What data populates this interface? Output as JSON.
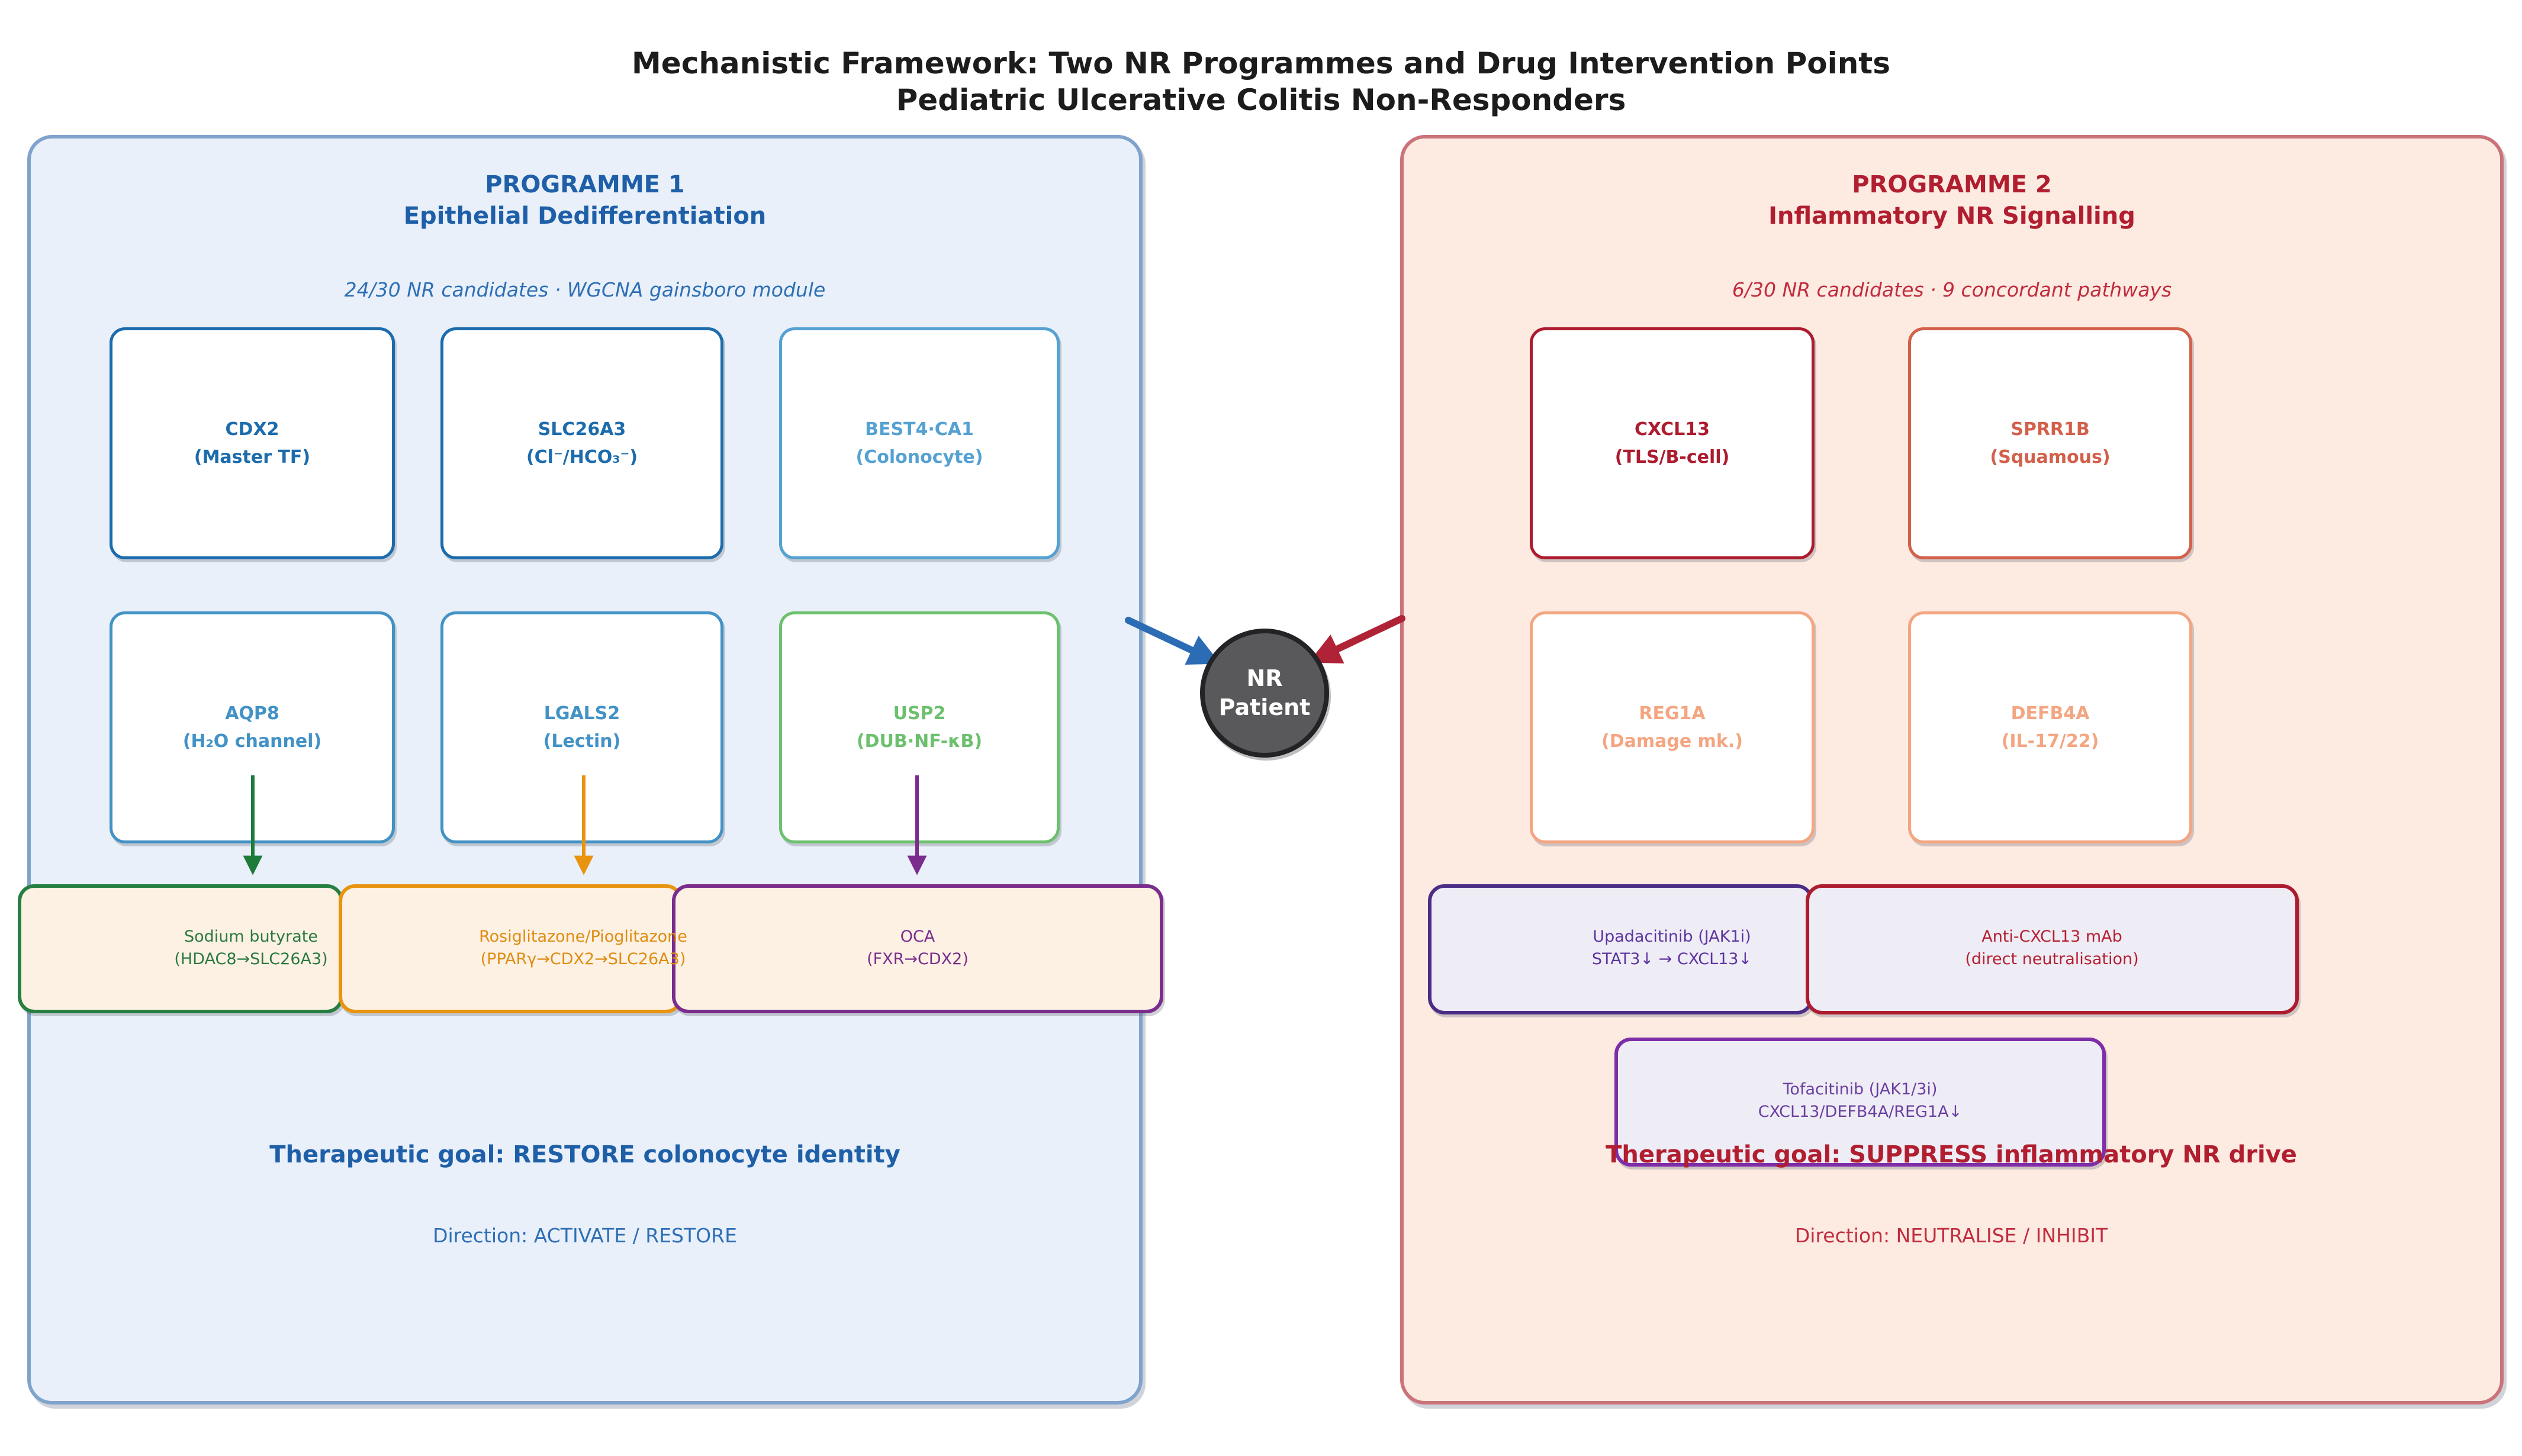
{
  "title": {
    "line1": "Mechanistic Framework: Two NR Programmes and Drug Intervention Points",
    "line2": "Pediatric Ulcerative Colitis Non-Responders"
  },
  "nr_patient": {
    "line1": "NR",
    "line2": "Patient"
  },
  "programme1": {
    "title_line1": "PROGRAMME 1",
    "title_line2": "Epithelial Dedifferentiation",
    "subtitle": "24/30 NR candidates · WGCNA gainsboro module",
    "genes": [
      {
        "name": "CDX2",
        "desc": "(Master TF)"
      },
      {
        "name": "SLC26A3",
        "desc": "(Cl⁻/HCO₃⁻)"
      },
      {
        "name": "BEST4·CA1",
        "desc": "(Colonocyte)"
      },
      {
        "name": "AQP8",
        "desc": "(H₂O channel)"
      },
      {
        "name": "LGALS2",
        "desc": "(Lectin)"
      },
      {
        "name": "USP2",
        "desc": "(DUB·NF-κB)"
      }
    ],
    "drugs": [
      {
        "line1": "Sodium butyrate",
        "line2": "(HDAC8→SLC26A3)"
      },
      {
        "line1": "Rosiglitazone/Pioglitazone",
        "line2": "(PPARγ→CDX2→SLC26A3)"
      },
      {
        "line1": "OCA",
        "line2": "(FXR→CDX2)"
      }
    ],
    "goal": "Therapeutic goal: RESTORE colonocyte identity",
    "direction": "Direction: ACTIVATE / RESTORE"
  },
  "programme2": {
    "title_line1": "PROGRAMME 2",
    "title_line2": "Inflammatory NR Signalling",
    "subtitle": "6/30 NR candidates · 9 concordant pathways",
    "genes": [
      {
        "name": "CXCL13",
        "desc": "(TLS/B-cell)"
      },
      {
        "name": "SPRR1B",
        "desc": "(Squamous)"
      },
      {
        "name": "REG1A",
        "desc": "(Damage mk.)"
      },
      {
        "name": "DEFB4A",
        "desc": "(IL-17/22)"
      }
    ],
    "drugs": [
      {
        "line1": "Upadacitinib (JAK1i)",
        "line2": "STAT3↓ → CXCL13↓"
      },
      {
        "line1": "Anti-CXCL13 mAb",
        "line2": "(direct neutralisation)"
      },
      {
        "line1": "Tofacitinib (JAK1/3i)",
        "line2": "CXCL13/DEFB4A/REG1A↓"
      }
    ],
    "goal": "Therapeutic goal: SUPPRESS inflammatory NR drive",
    "direction": "Direction: NEUTRALISE / INHIBIT"
  },
  "colors": {
    "panel1_bg": "#e9f0f9",
    "panel1_border": "#7fa3cc",
    "panel2_bg": "#fdeae1",
    "panel2_border": "#cb7379",
    "blue_dark": "#1c6cad",
    "blue_mid": "#4292c6",
    "blue_light": "#55a1d2",
    "green_box": "#6cc06e",
    "green_arrow": "#1d7c3a",
    "orange": "#e8940f",
    "purple": "#7a2d8c",
    "crimson": "#ad1b2e",
    "tomato": "#d2604a",
    "salmon": "#f4a582",
    "indigo": "#4b2d87",
    "violet": "#5e35a1",
    "tofa_purple": "#7d2ea8",
    "cream": "#fdf1e4",
    "lavender": "#eeecf5",
    "patient_fill": "#59595b",
    "arrow_blue": "#2b6cb5",
    "arrow_red": "#b02236"
  }
}
